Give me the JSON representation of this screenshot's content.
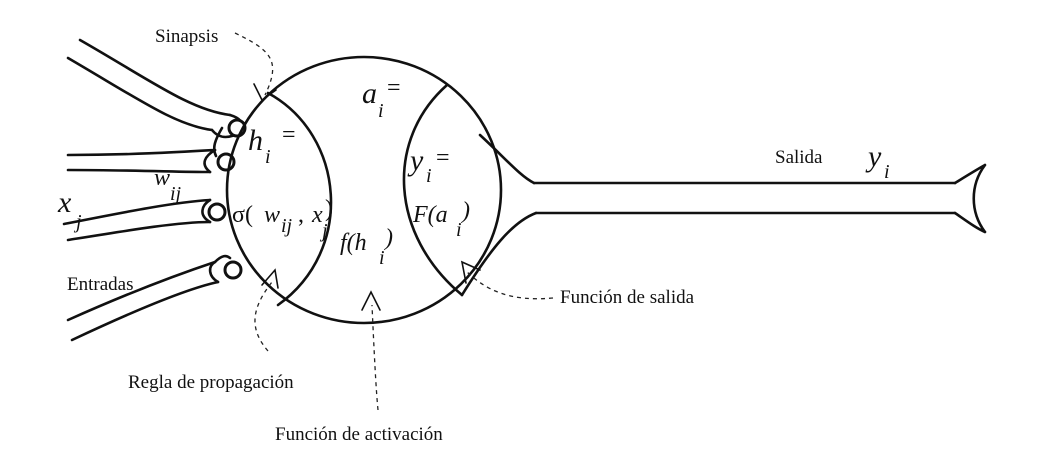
{
  "labels": {
    "synapse": "Sinapsis",
    "inputs": "Entradas",
    "output": "Salida",
    "propagation_rule": "Regla de propagación",
    "activation_function": "Función de activación",
    "output_function": "Función de salida"
  },
  "math": {
    "input_var": "x",
    "input_sub": "j",
    "weight_var": "w",
    "weight_sub": "ij",
    "h_var": "h",
    "h_sub": "i",
    "h_eq": "=",
    "sigma": "σ(",
    "sigma_w": "w",
    "sigma_w_sub": "ij",
    "sigma_comma": ", ",
    "sigma_x": "x",
    "sigma_x_sub": "j",
    "sigma_close": ")",
    "a_var": "a",
    "a_sub": "i",
    "a_eq": "=",
    "f_open": "f(h",
    "f_sub": "i",
    "f_close": ")",
    "y_var": "y",
    "y_sub": "i",
    "y_eq": "=",
    "F_open": "F(a",
    "F_sub": "i",
    "F_close": ")",
    "out_var": "y",
    "out_sub": "i"
  }
}
